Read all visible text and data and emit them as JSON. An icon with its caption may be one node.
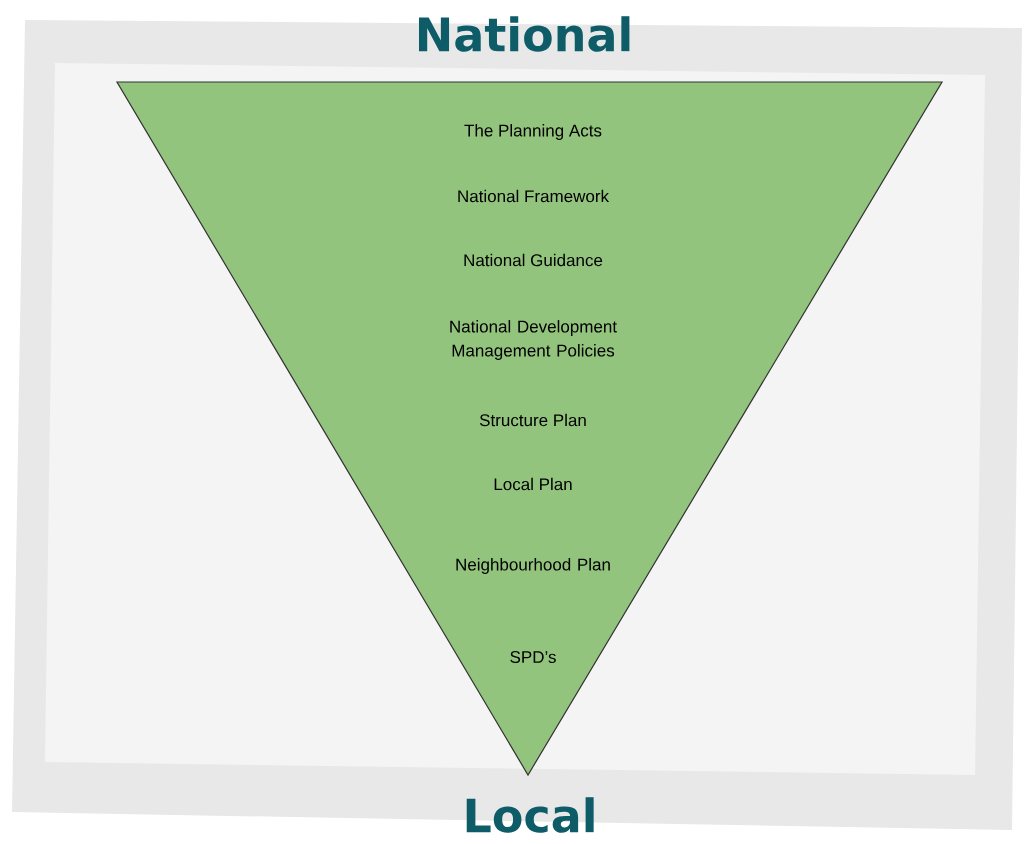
{
  "diagram": {
    "nodes": [
      {
        "text": [
          "The Planning Acts",
          "National Framework",
          "National Guidance",
          "National Development Management Policies",
          "Structure Plan",
          "Local Plan",
          "Neighbourhood Plan",
          "SPD’s"
        ]
      }
    ],
    "labels": [
      "National",
      "Local"
    ]
  }
}
